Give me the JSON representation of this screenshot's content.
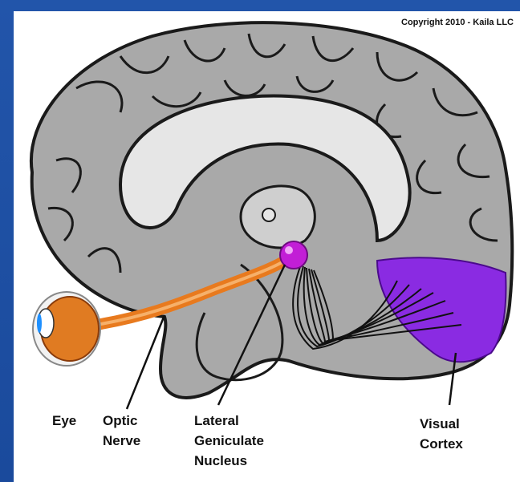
{
  "copyright": "Copyright 2010 - Kaila LLC",
  "labels": {
    "eye": "Eye",
    "optic_nerve": [
      "Optic",
      "Nerve"
    ],
    "lgn": [
      "Lateral",
      "Geniculate",
      "Nucleus"
    ],
    "visual_cortex": [
      "Visual",
      "Cortex"
    ]
  },
  "colors": {
    "background": "#1f4fa0",
    "brain": "#a6a6a6",
    "optic_nerve": "#e87a1e",
    "lgn": "#c21ed6",
    "visual_cortex": "#8a2be2"
  }
}
